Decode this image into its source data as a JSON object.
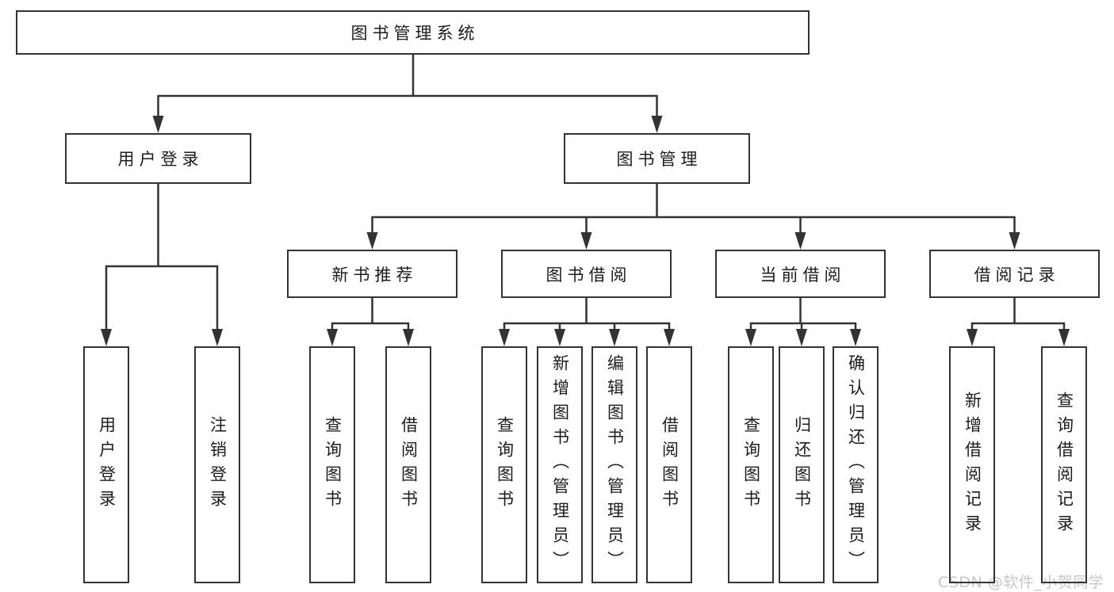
{
  "diagram": {
    "root": "图书管理系统",
    "level2": {
      "user_login": "用户登录",
      "book_management": "图书管理"
    },
    "level3": {
      "new_book_recommend": "新书推荐",
      "book_borrowing": "图书借阅",
      "current_borrowing": "当前借阅",
      "borrowing_records": "借阅记录"
    },
    "user_login_children": {
      "login": "用户登录",
      "logout": "注销登录"
    },
    "new_book_children": {
      "query_books": "查询图书",
      "borrow_books": "借阅图书"
    },
    "book_borrowing_children": {
      "query_books": "查询图书",
      "add_books_admin": "新增图书（管理员）",
      "edit_books_admin": "编辑图书（管理员）",
      "borrow_books": "借阅图书"
    },
    "current_borrowing_children": {
      "query_books": "查询图书",
      "return_books": "归还图书",
      "confirm_return_admin": "确认归还（管理员）"
    },
    "borrowing_records_children": {
      "add_record": "新增借阅记录",
      "query_record": "查询借阅记录"
    }
  },
  "watermark": "CSDN @软件_小贺同学",
  "colors": {
    "line": "#333333",
    "text": "#1c1c1c",
    "watermark": "#c6c6c6",
    "background": "#ffffff"
  }
}
